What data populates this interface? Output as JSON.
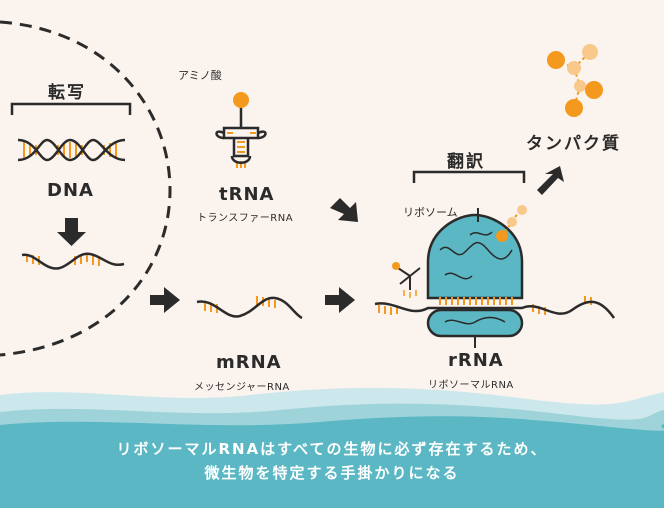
{
  "labels": {
    "transcription": "転写",
    "dna": "DNA",
    "amino_acid": "アミノ酸",
    "trna": "tRNA",
    "trna_full": "トランスファーRNA",
    "mrna": "mRNA",
    "mrna_full": "メッセンジャーRNA",
    "translation": "翻訳",
    "ribosome": "リボソーム",
    "protein": "タンパク質",
    "rrna": "rRNA",
    "rrna_full": "リボソーマルRNA"
  },
  "caption": {
    "line1": "リボソーマルRNAはすべての生物に必ず存在するため、",
    "line2": "微生物を特定する手掛かりになる"
  },
  "colors": {
    "background": "#fbf3ee",
    "orange": "#f39a1e",
    "light_orange": "#f8c98a",
    "teal": "#5ab7c3",
    "dark": "#2b2b2b",
    "wave_light": "#cde8ec",
    "wave_dark": "#5ab7c3"
  }
}
